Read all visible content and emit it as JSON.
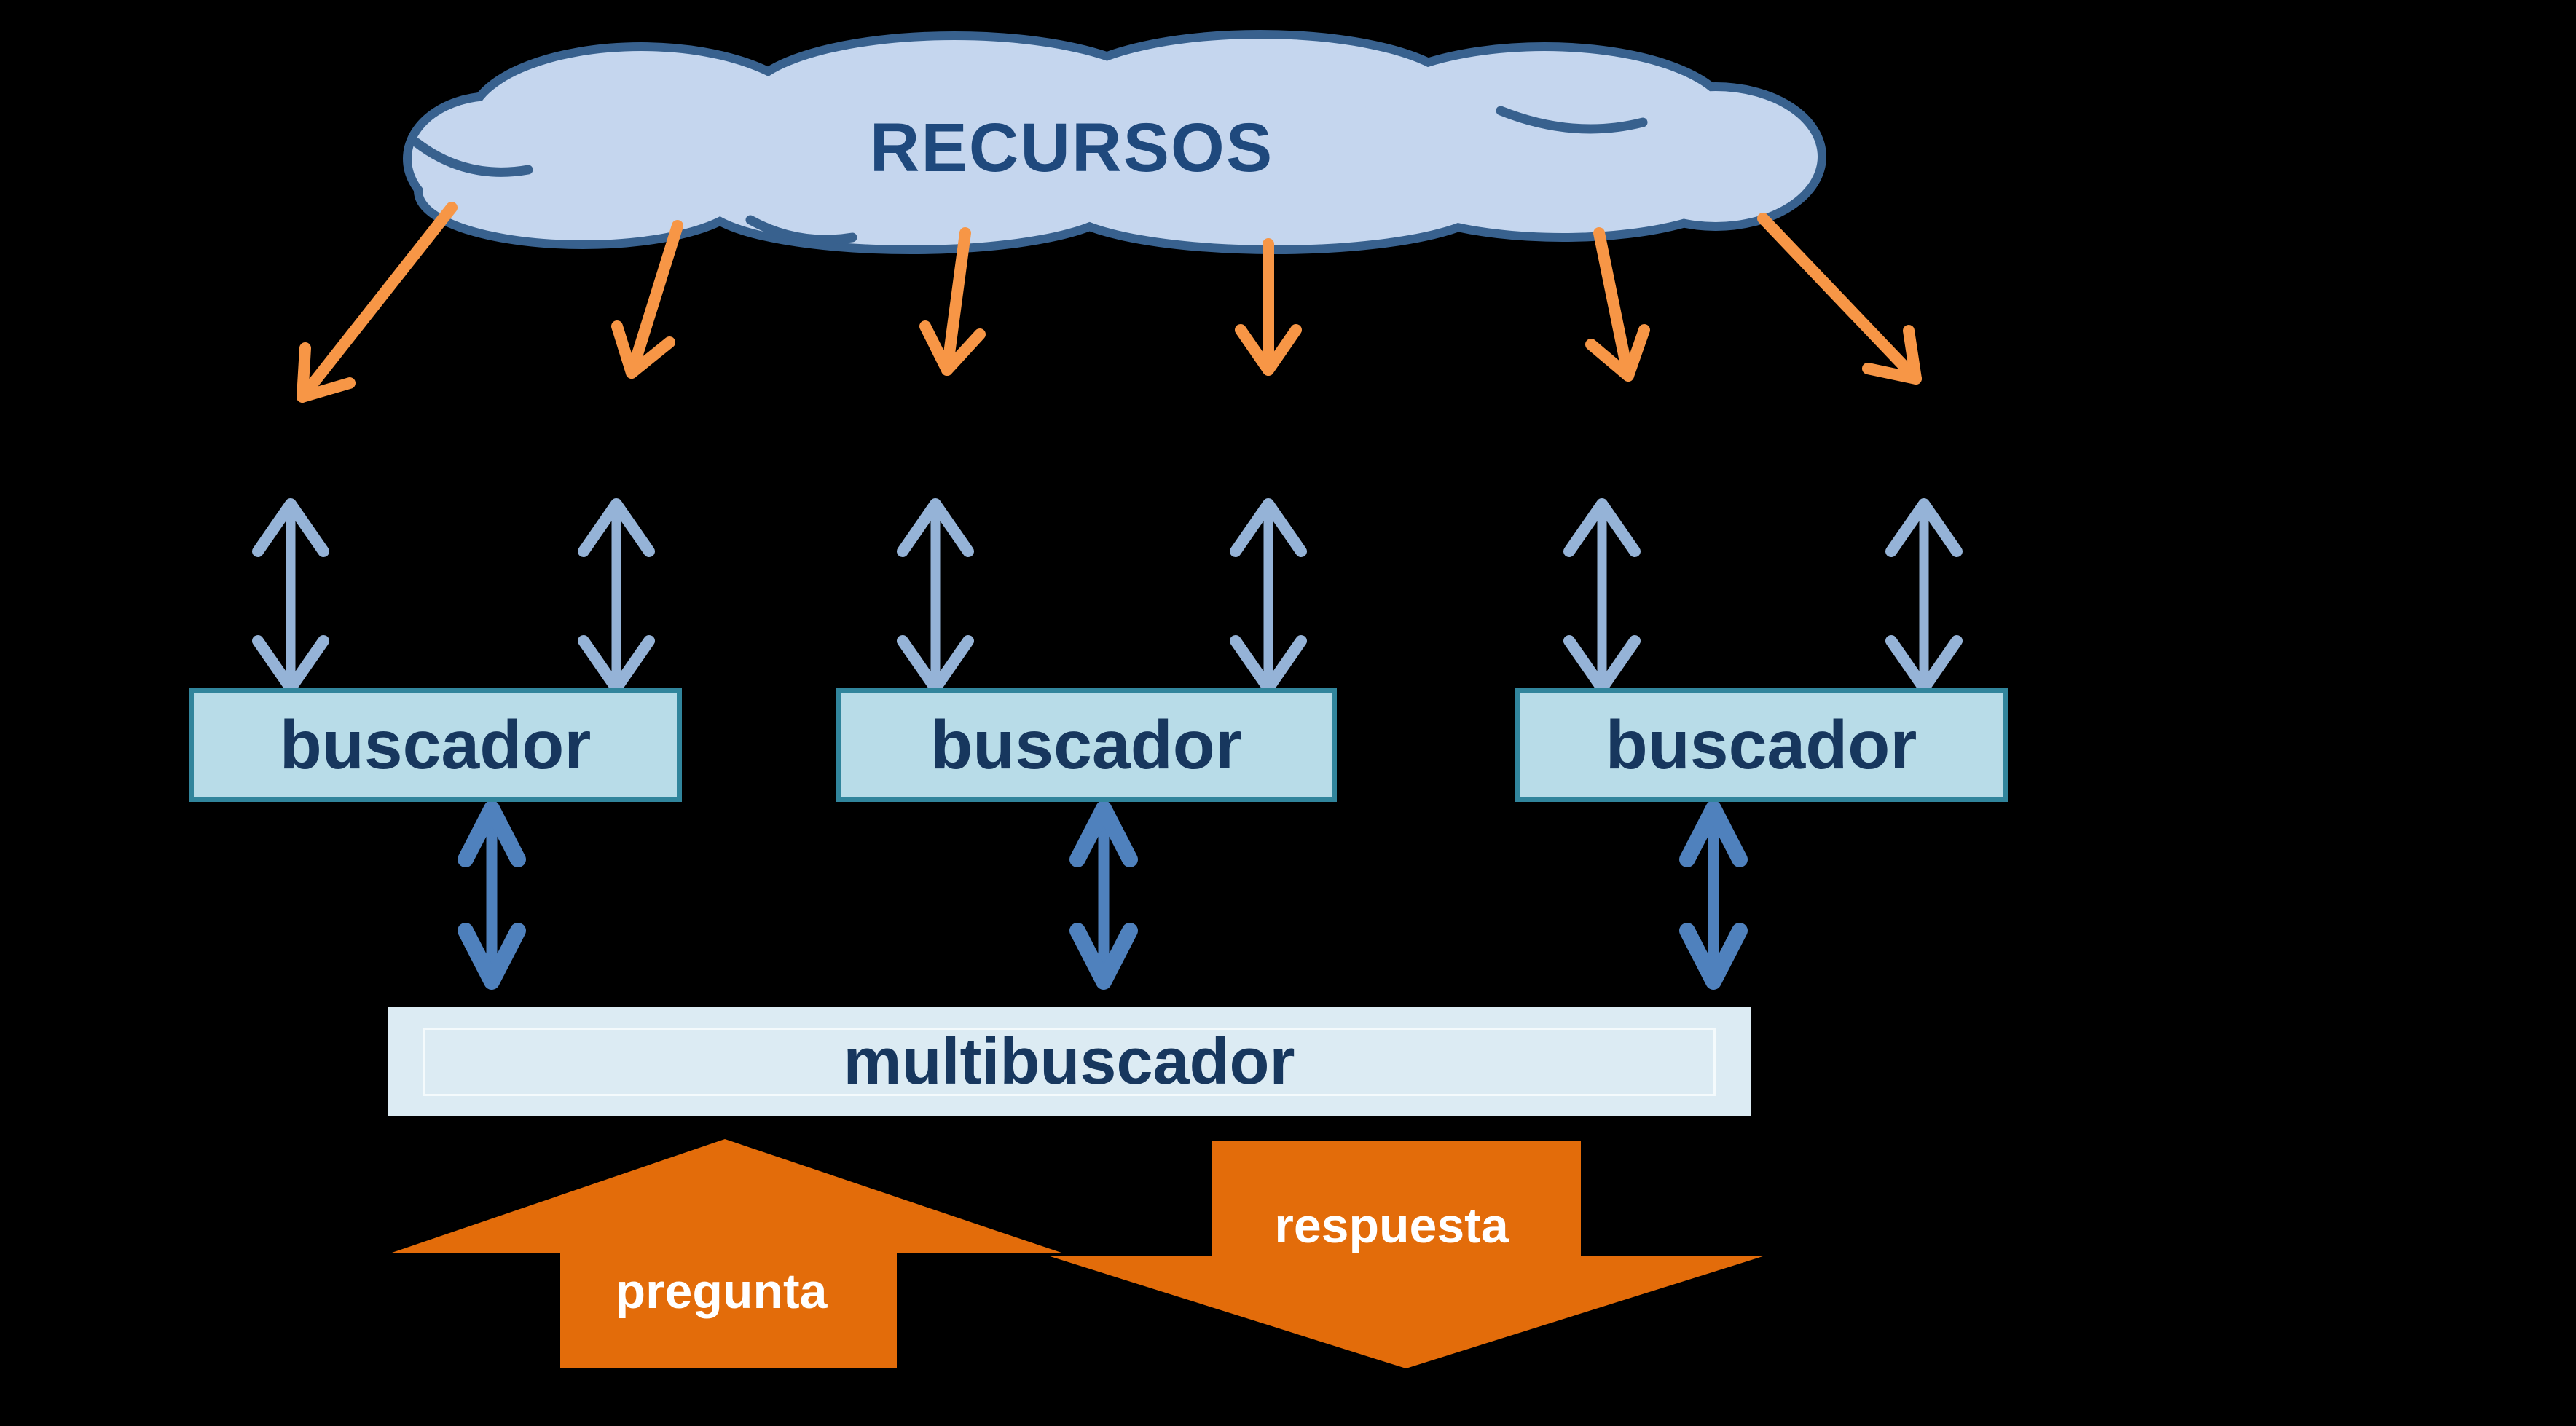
{
  "diagram": {
    "background_color": "#000000",
    "cloud": {
      "label": "RECURSOS",
      "fill": "#C5D6EE",
      "stroke": "#38618E",
      "text_color": "#1F497D"
    },
    "searchers": {
      "labels": [
        "buscador",
        "buscador",
        "buscador"
      ],
      "fill": "#B8DCE8",
      "border_color": "#31859C",
      "text_color": "#17375E"
    },
    "multisearcher": {
      "label": "multibuscador",
      "fill": "#DCEBF3",
      "inner_outline_color": "#F4FAFC",
      "text_color": "#17375E"
    },
    "flows": {
      "question_label": "pregunta",
      "answer_label": "respuesta",
      "block_arrow_color": "#E36C0A",
      "label_color": "#FFFFFF"
    },
    "connectors": {
      "resource_arrow_color": "#F79646",
      "cloud_searcher_arrow_color": "#95B3D7",
      "searcher_multisearcher_arrow_color": "#4F81BD",
      "resource_arrow_count": 6,
      "cloud_searcher_arrow_count": 6,
      "searcher_multisearcher_arrow_count": 3
    }
  }
}
